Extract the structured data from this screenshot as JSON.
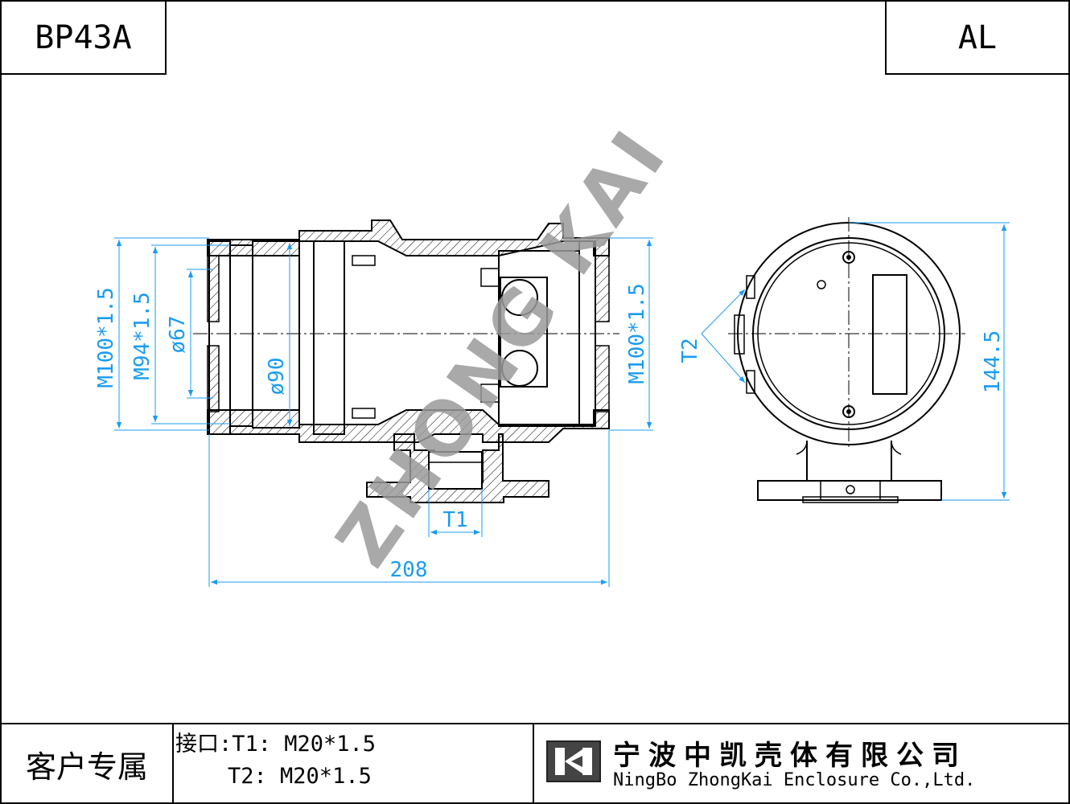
{
  "title_block": {
    "model": "BP43A",
    "material": "AL",
    "client_label": "客户专属",
    "ports_line1": "接口:T1: M20*1.5",
    "ports_line2": "    T2: M20*1.5",
    "company_cn": "宁波中凯壳体有限公司",
    "company_en": "NingBo ZhongKai Enclosure Co.,Ltd."
  },
  "watermark": "ZHONG KAI",
  "dimensions": {
    "m100_left": "M100*1.5",
    "m94": "M94*1.5",
    "d67": "ø67",
    "d90": "ø90",
    "m100_right": "M100*1.5",
    "t1": "T1",
    "t2": "T2",
    "width_208": "208",
    "height_144_5": "144.5"
  },
  "colors": {
    "dimension": "#1a9cf0",
    "outline": "#000000",
    "watermark": "#9a9a9a"
  }
}
